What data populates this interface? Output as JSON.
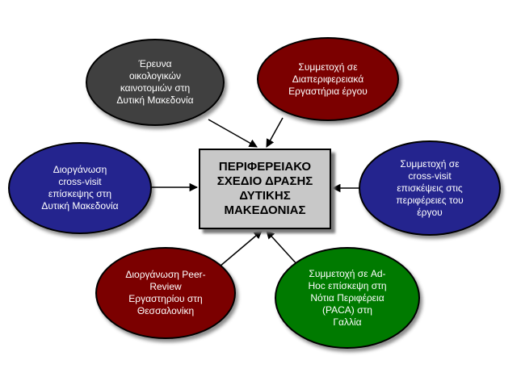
{
  "center": {
    "text": "ΠΕΡΙΦΕΡΕΙΑΚΟ\nΣΧΕΔΙΟ ΔΡΑΣΗΣ\nΔΥΤΙΚΗΣ\nΜΑΚΕΔΟΝΙΑΣ",
    "fill": "#c8c8c8"
  },
  "nodes": [
    {
      "id": "research",
      "text": "Έρευνα\nοικολογικών\nκαινοτομιών στη\nΔυτική Μακεδονία",
      "fill": "#404040"
    },
    {
      "id": "workshops",
      "text": "Συμμετοχή σε\nΔιαπεριφερειακά\nΕργαστήρια έργου",
      "fill": "#7b0000"
    },
    {
      "id": "cross-visit-org",
      "text": "Διοργάνωση\ncross-visit\nεπίσκεψης στη\nΔυτική Μακεδονία",
      "fill": "#24248e"
    },
    {
      "id": "cross-visit-part",
      "text": "Συμμετοχή σε\ncross-visit\nεπισκέψεις στις\nπεριφέρειες του\nέργου",
      "fill": "#24248e"
    },
    {
      "id": "peer-review",
      "text": "Διοργάνωση Peer-\nReview\nΕργαστηρίου στη\nΘεσσαλονίκη",
      "fill": "#7b0000"
    },
    {
      "id": "ad-hoc",
      "text": "Συμμετοχή σε Ad-\nHoc επίσκεψη στη\nΝότια Περιφέρεια\n(PACA) στη\nΓαλλία",
      "fill": "#007a00"
    }
  ]
}
